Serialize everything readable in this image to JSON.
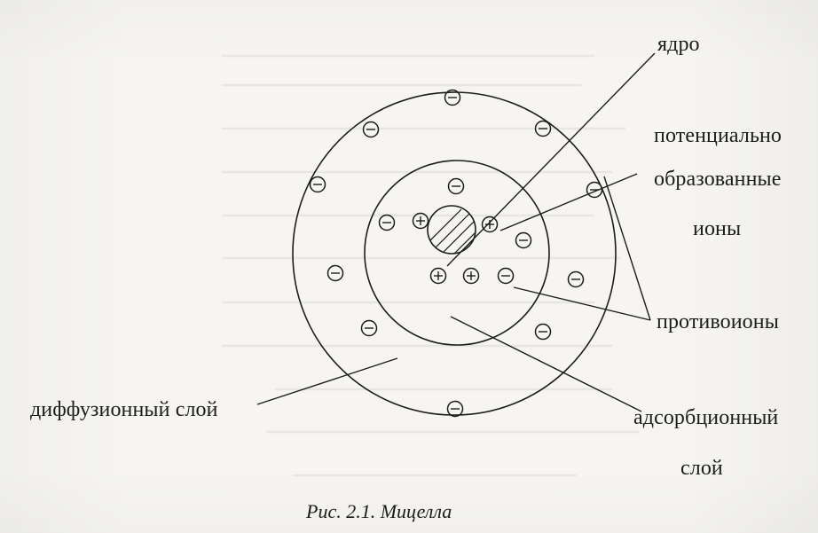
{
  "labels": {
    "core": "ядро",
    "potential_1": "потенциально",
    "potential_2": "образованные",
    "potential_3": "ионы",
    "counterions": "противоионы",
    "diffuse_layer": "диффузионный слой",
    "adsorption_1": "адсорбционный",
    "adsorption_2": "слой"
  },
  "caption": "Рис. 2.1. Мицелла",
  "ion_symbols": {
    "plus": "+",
    "minus": "−"
  },
  "colors": {
    "background": "#f6f5f1",
    "ink": "#1c1c1c"
  }
}
